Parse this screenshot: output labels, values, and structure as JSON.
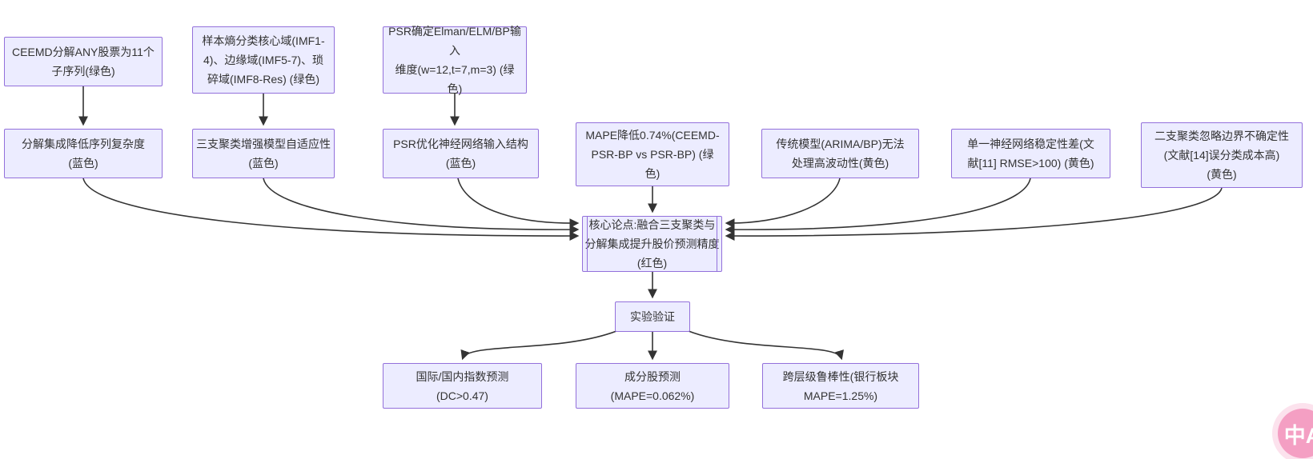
{
  "colors": {
    "background": "#ffffff",
    "node_fill": "#ECECFF",
    "node_border": "#9370DB",
    "edge": "#333333",
    "text": "#333333",
    "badge_bg": "#F49FC3",
    "badge_text": "#ffffff"
  },
  "nodes": {
    "ceemd": {
      "text": "CEEMD分解ANY股票为11个\n子序列(绿色)"
    },
    "entropy": {
      "text": "样本熵分类核心域(IMF1-\n4)、边缘域(IMF5-7)、琐\n碎域(IMF8-Res) (绿色)"
    },
    "psr_input": {
      "text": "PSR确定Elman/ELM/BP输入\n维度(w=12,t=7,m=3) (绿\n色)"
    },
    "decomp": {
      "text": "分解集成降低序列复杂度\n(蓝色)"
    },
    "three_way": {
      "text": "三支聚类增强模型自适应性\n(蓝色)"
    },
    "psr_opt": {
      "text": "PSR优化神经网络输入结构\n(蓝色)"
    },
    "mape": {
      "text": "MAPE降低0.74%(CEEMD-\nPSR-BP vs PSR-BP) (绿\n色)"
    },
    "traditional": {
      "text": "传统模型(ARIMA/BP)无法\n处理高波动性(黄色)"
    },
    "single_nn": {
      "text": "单一神经网络稳定性差(文\n献[11] RMSE>100) (黄色)"
    },
    "two_way": {
      "text": "二支聚类忽略边界不确定性\n(文献[14]误分类成本高)\n(黄色)"
    },
    "core": {
      "text": "核心论点:融合三支聚类与\n分解集成提升股价预测精度\n(红色)"
    },
    "experiment": {
      "text": "实验验证"
    },
    "index_pred": {
      "text": "国际/国内指数预测\n(DC>0.47)"
    },
    "stock_pred": {
      "text": "成分股预测\n(MAPE=0.062%)"
    },
    "robust": {
      "text": "跨层级鲁棒性(银行板块\nMAPE=1.25%)"
    }
  },
  "edges": [
    {
      "from": "ceemd",
      "to": "decomp"
    },
    {
      "from": "entropy",
      "to": "three_way"
    },
    {
      "from": "psr_input",
      "to": "psr_opt"
    },
    {
      "from": "decomp",
      "to": "core"
    },
    {
      "from": "three_way",
      "to": "core"
    },
    {
      "from": "psr_opt",
      "to": "core"
    },
    {
      "from": "mape",
      "to": "core"
    },
    {
      "from": "traditional",
      "to": "core"
    },
    {
      "from": "single_nn",
      "to": "core"
    },
    {
      "from": "two_way",
      "to": "core"
    },
    {
      "from": "core",
      "to": "experiment"
    },
    {
      "from": "experiment",
      "to": "index_pred"
    },
    {
      "from": "experiment",
      "to": "stock_pred"
    },
    {
      "from": "experiment",
      "to": "robust"
    }
  ],
  "badge": {
    "label": "中A"
  }
}
